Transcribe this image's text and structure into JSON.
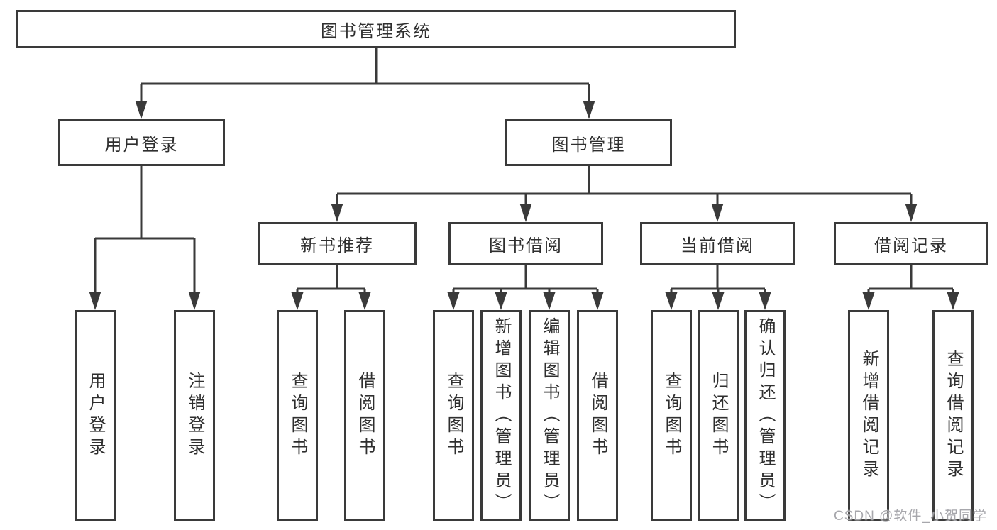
{
  "diagram": {
    "title": "图书管理系统",
    "type": "hierarchy-tree"
  },
  "nodes": {
    "root": "图书管理系统",
    "user_login": {
      "label": "用户登录",
      "children": [
        "用户登录",
        "注销登录"
      ]
    },
    "book_mgmt": {
      "label": "图书管理"
    },
    "new_book_rec": {
      "label": "新书推荐",
      "children": [
        "查询图书",
        "借阅图书"
      ]
    },
    "book_borrow": {
      "label": "图书借阅",
      "children": [
        "查询图书",
        "新增图书（管理员）",
        "编辑图书（管理员）",
        "借阅图书"
      ]
    },
    "current_borrow": {
      "label": "当前借阅",
      "children": [
        "查询图书",
        "归还图书",
        "确认归还（管理员）"
      ]
    },
    "borrow_records": {
      "label": "借阅记录",
      "children": [
        "新增借阅记录",
        "查询借阅记录"
      ]
    }
  },
  "watermark": {
    "text": "CSDN @软件_小贺同学"
  },
  "colors": {
    "line": "#3a3a3a",
    "text": "#2f2f2f",
    "watermark": "#a2a2a8",
    "background": "#ffffff"
  }
}
